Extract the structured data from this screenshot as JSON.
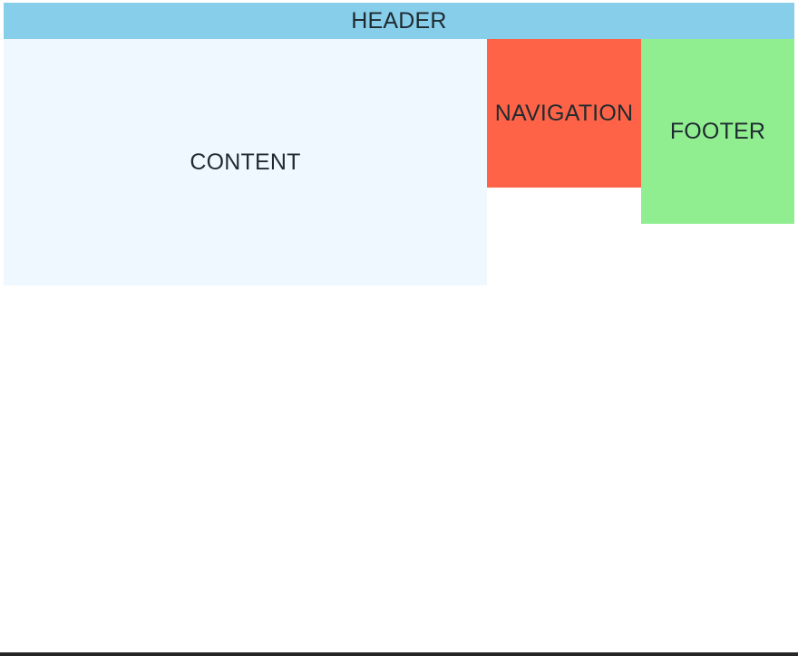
{
  "layout_diagram": {
    "regions": [
      {
        "id": "header",
        "label": "HEADER",
        "color": "#87CEEB"
      },
      {
        "id": "content",
        "label": "CONTENT",
        "color": "#F0F8FF"
      },
      {
        "id": "navigation",
        "label": "NAVIGATION",
        "color": "#FF6347"
      },
      {
        "id": "footer",
        "label": "FOOTER",
        "color": "#90EE90"
      }
    ]
  }
}
